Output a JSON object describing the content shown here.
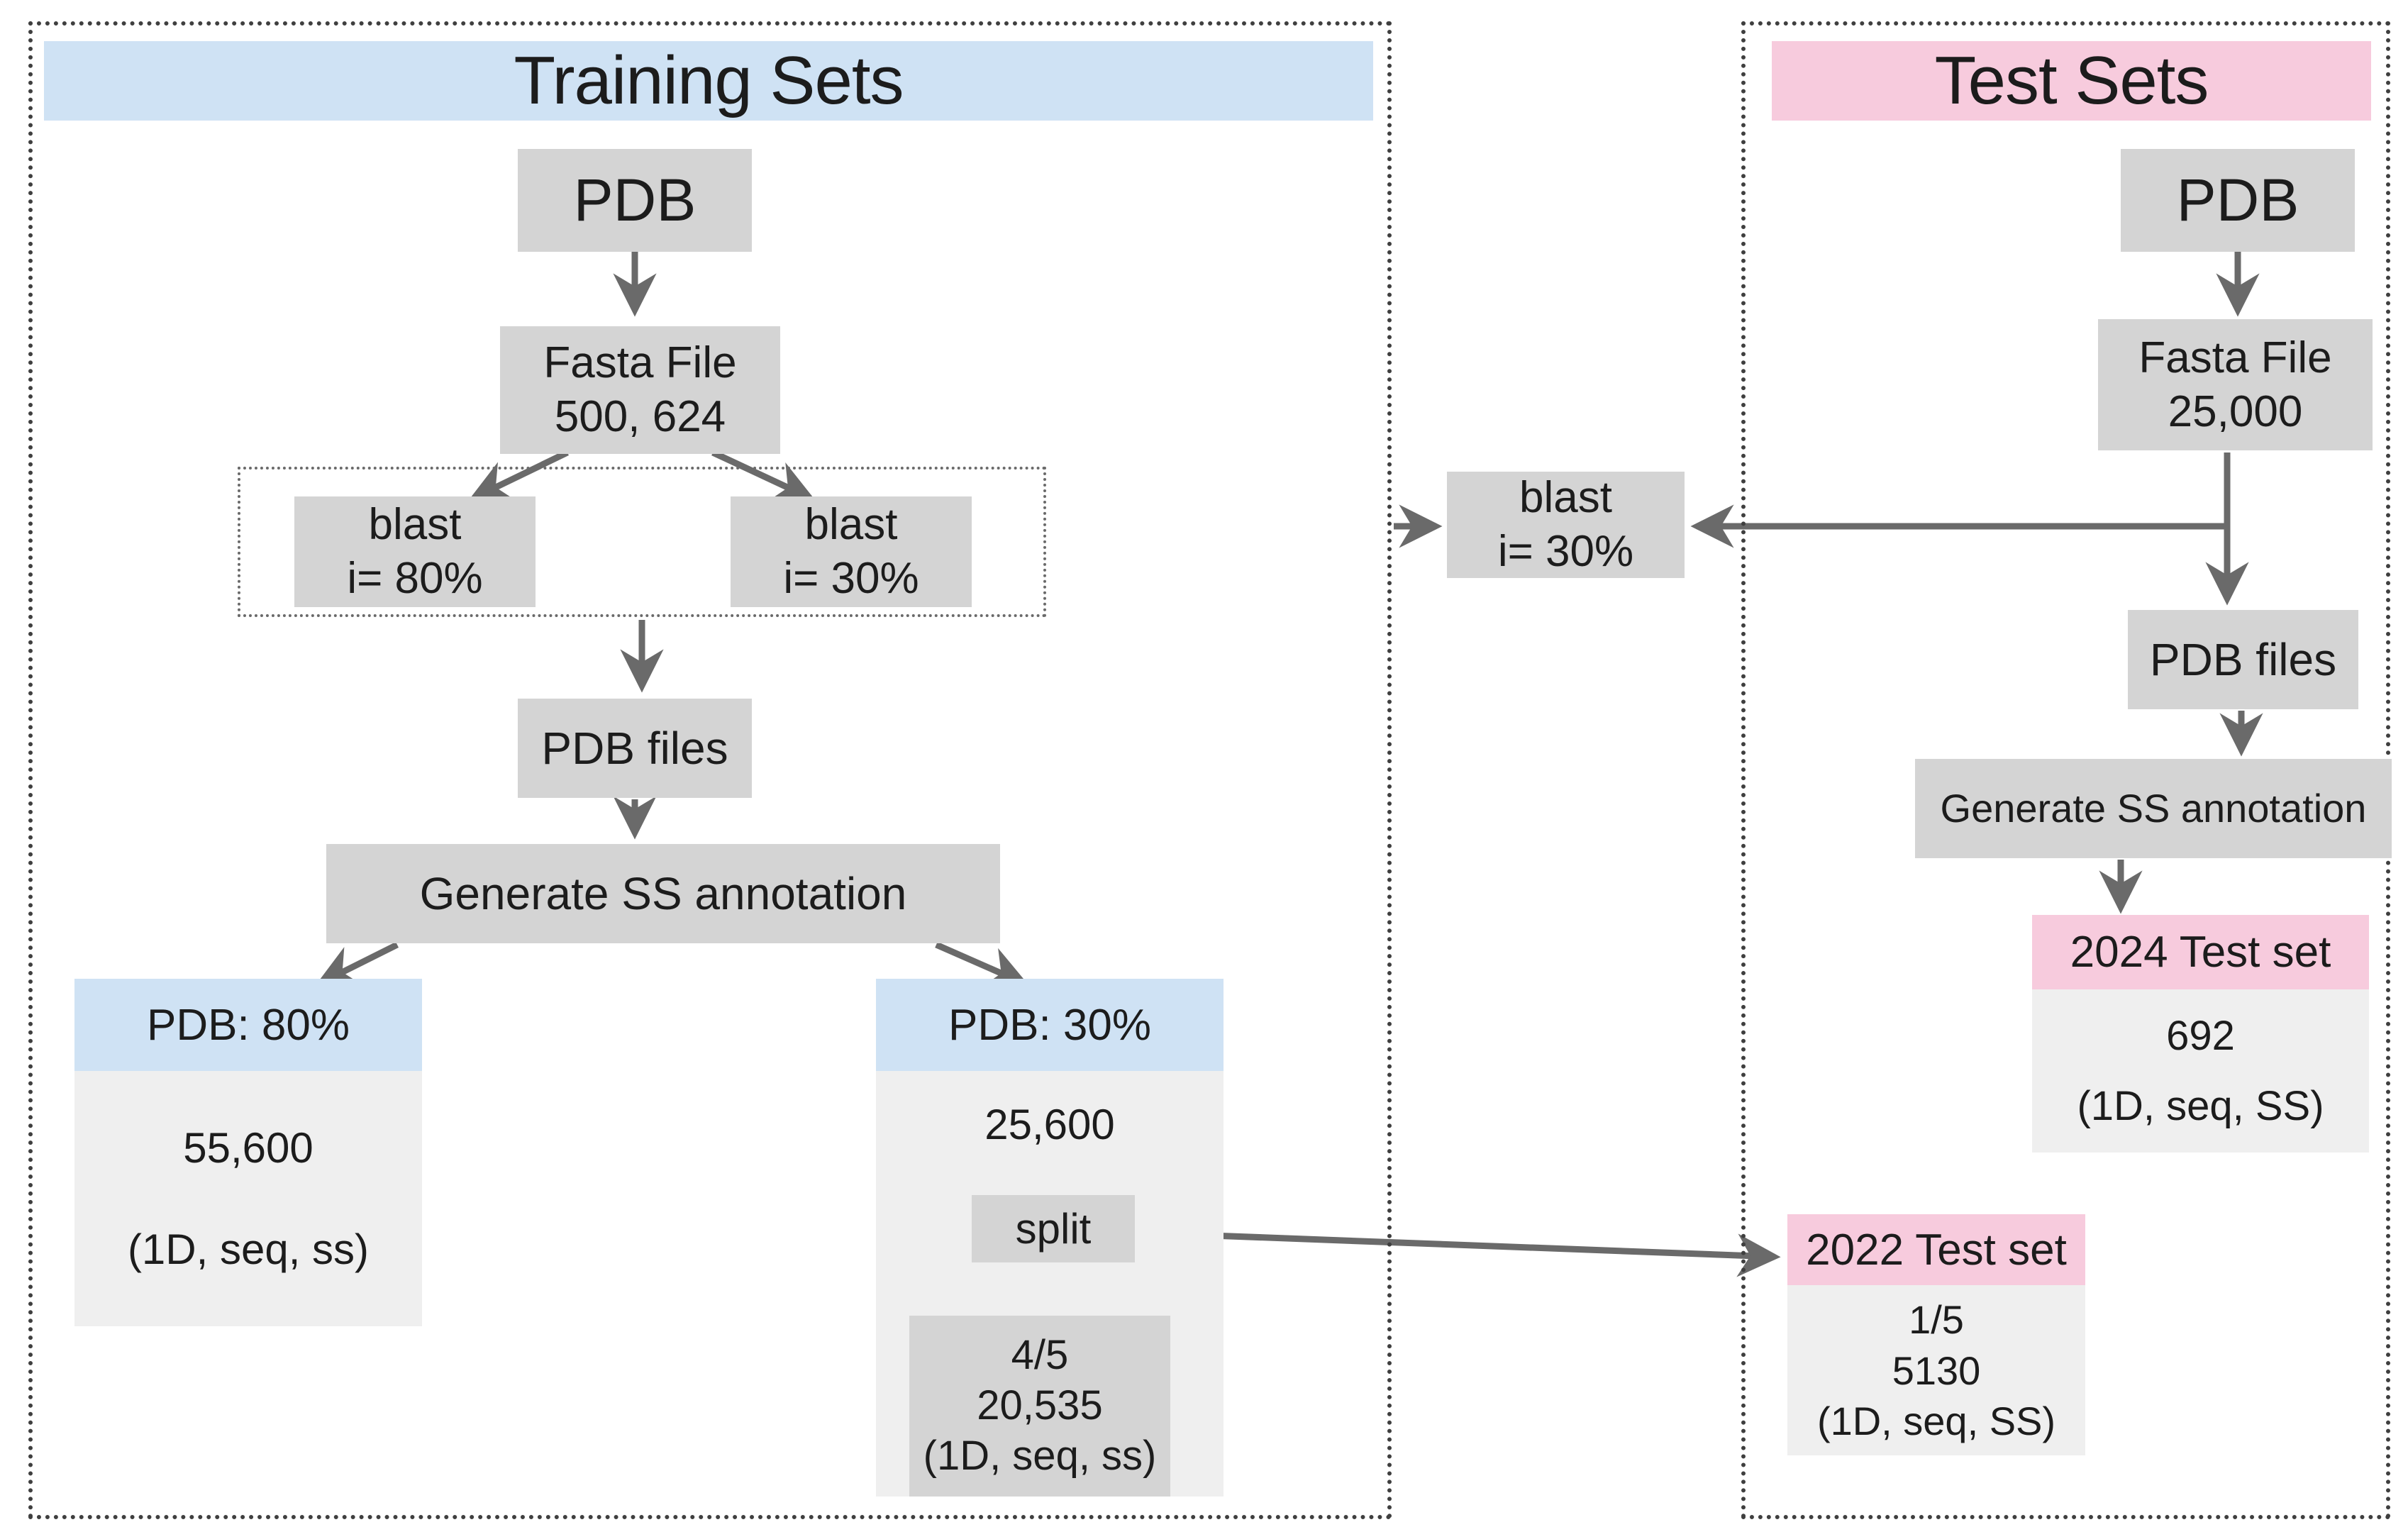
{
  "diagram": {
    "training": {
      "title": "Training Sets",
      "pdb": "PDB",
      "fasta": {
        "line1": "Fasta File",
        "line2": "500, 624"
      },
      "blast80": {
        "line1": "blast",
        "line2": "i= 80%"
      },
      "blast30": {
        "line1": "blast",
        "line2": "i= 30%"
      },
      "pdb_files": "PDB files",
      "generate_ss": "Generate SS annotation",
      "result80": {
        "header": "PDB: 80%",
        "count": "55,600",
        "tuple": "(1D, seq, ss)"
      },
      "result30": {
        "header": "PDB: 30%",
        "count": "25,600",
        "split_label": "split",
        "subset": {
          "fraction": "4/5",
          "count": "20,535",
          "tuple": "(1D, seq, ss)"
        }
      }
    },
    "middle": {
      "blast30": {
        "line1": "blast",
        "line2": "i= 30%"
      }
    },
    "test": {
      "title": "Test Sets",
      "pdb": "PDB",
      "fasta": {
        "line1": "Fasta File",
        "line2": "25,000"
      },
      "pdb_files": "PDB files",
      "generate_ss": "Generate SS annotation",
      "set2024": {
        "header": "2024 Test set",
        "count": "692",
        "tuple": "(1D, seq, SS)"
      },
      "set2022": {
        "header": "2022 Test set",
        "fraction": "1/5",
        "count": "5130",
        "tuple": "(1D, seq, SS)"
      }
    },
    "colors": {
      "blue_header": "#cfe2f4",
      "pink_header": "#f7cbdd",
      "process_box_gray": "#d4d4d4",
      "result_body_gray": "#efefef",
      "arrow_gray": "#6a6a6a"
    }
  }
}
